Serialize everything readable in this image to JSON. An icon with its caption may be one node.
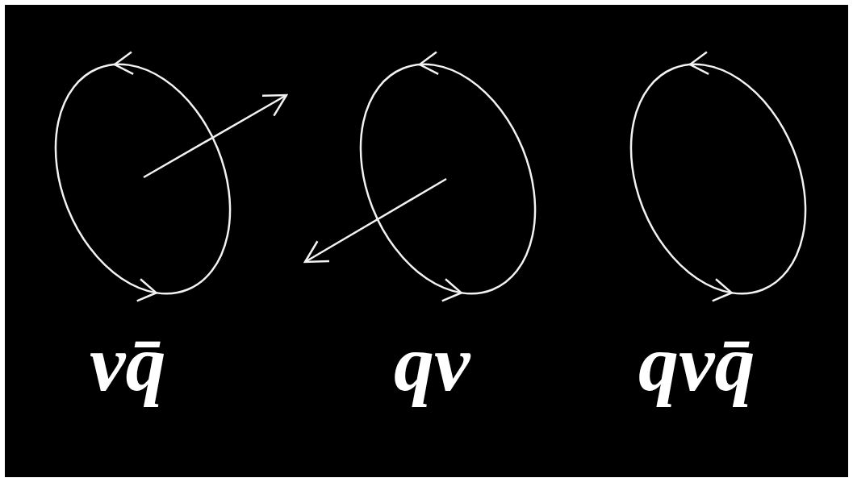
{
  "diagram": {
    "labels": [
      "vq̄",
      "qv",
      "qvq̄"
    ]
  }
}
